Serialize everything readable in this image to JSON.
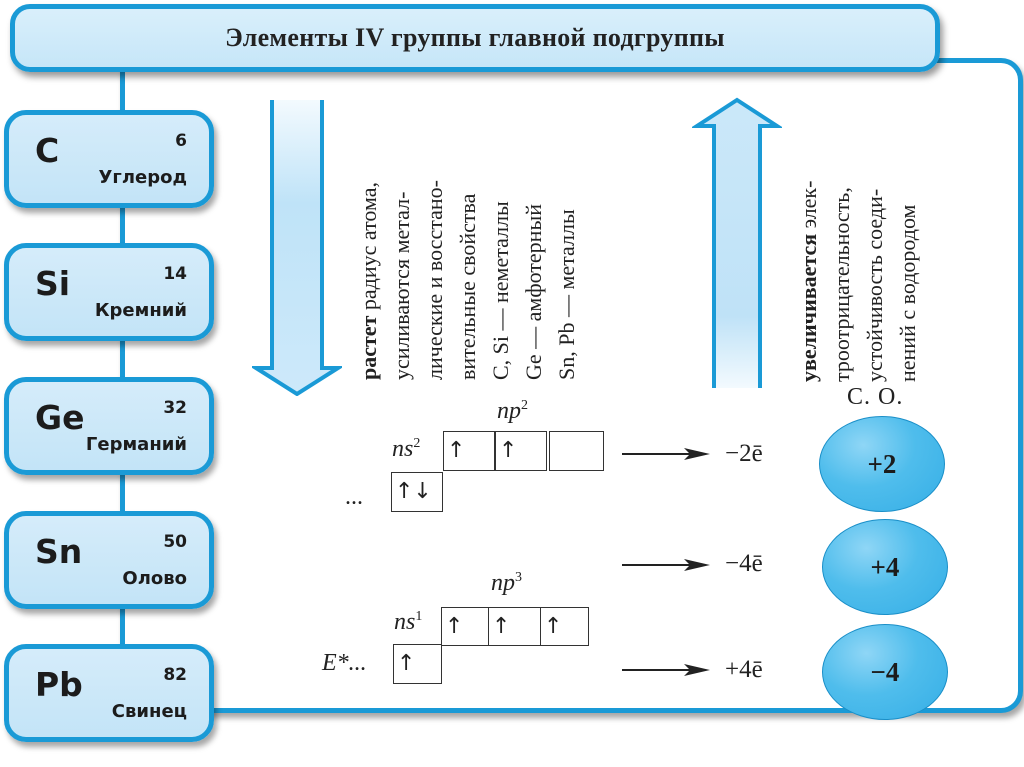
{
  "title": "Элементы IV группы главной подгруппы",
  "elements": [
    {
      "symbol": "C",
      "number": "6",
      "name": "Углерод"
    },
    {
      "symbol": "Si",
      "number": "14",
      "name": "Кремний"
    },
    {
      "symbol": "Ge",
      "number": "32",
      "name": "Германий"
    },
    {
      "symbol": "Sn",
      "number": "50",
      "name": "Олово"
    },
    {
      "symbol": "Pb",
      "number": "82",
      "name": "Свинец"
    }
  ],
  "down_trend": {
    "bold_word": "растет",
    "lines": [
      " радиус атома,",
      "усиливаются метал-",
      "лические и восстано-",
      "вительные свойства",
      "C, Si — неметаллы",
      "Ge — амфотерный",
      "Sn, Pb — металлы"
    ]
  },
  "up_trend": {
    "bold_word": "увеличивается",
    "lines": [
      " элек-",
      "троотрицательность,",
      "устойчивость соеди-",
      "нений с водородом"
    ]
  },
  "ground_state": {
    "prefix": "...",
    "s_label": "ns",
    "s_sup": "2",
    "p_label": "np",
    "p_sup": "2",
    "s_cell": "↑↓",
    "p_cells": [
      "↑",
      "↑",
      ""
    ]
  },
  "excited_state": {
    "prefix": "E*...",
    "s_label": "ns",
    "s_sup": "1",
    "p_label": "np",
    "p_sup": "3",
    "s_cell": "↑",
    "p_cells": [
      "↑",
      "↑",
      "↑"
    ]
  },
  "transitions": [
    {
      "electrons": "−2ē",
      "oxidation_state": "+2"
    },
    {
      "electrons": "−4ē",
      "oxidation_state": "+4"
    },
    {
      "electrons": "+4ē",
      "oxidation_state": "−4"
    }
  ],
  "oxidation_header": "С. О.",
  "colors": {
    "accent": "#1a9ad6",
    "box_fill": "#cfe9f9",
    "orb_fill": "#4fbdec"
  }
}
